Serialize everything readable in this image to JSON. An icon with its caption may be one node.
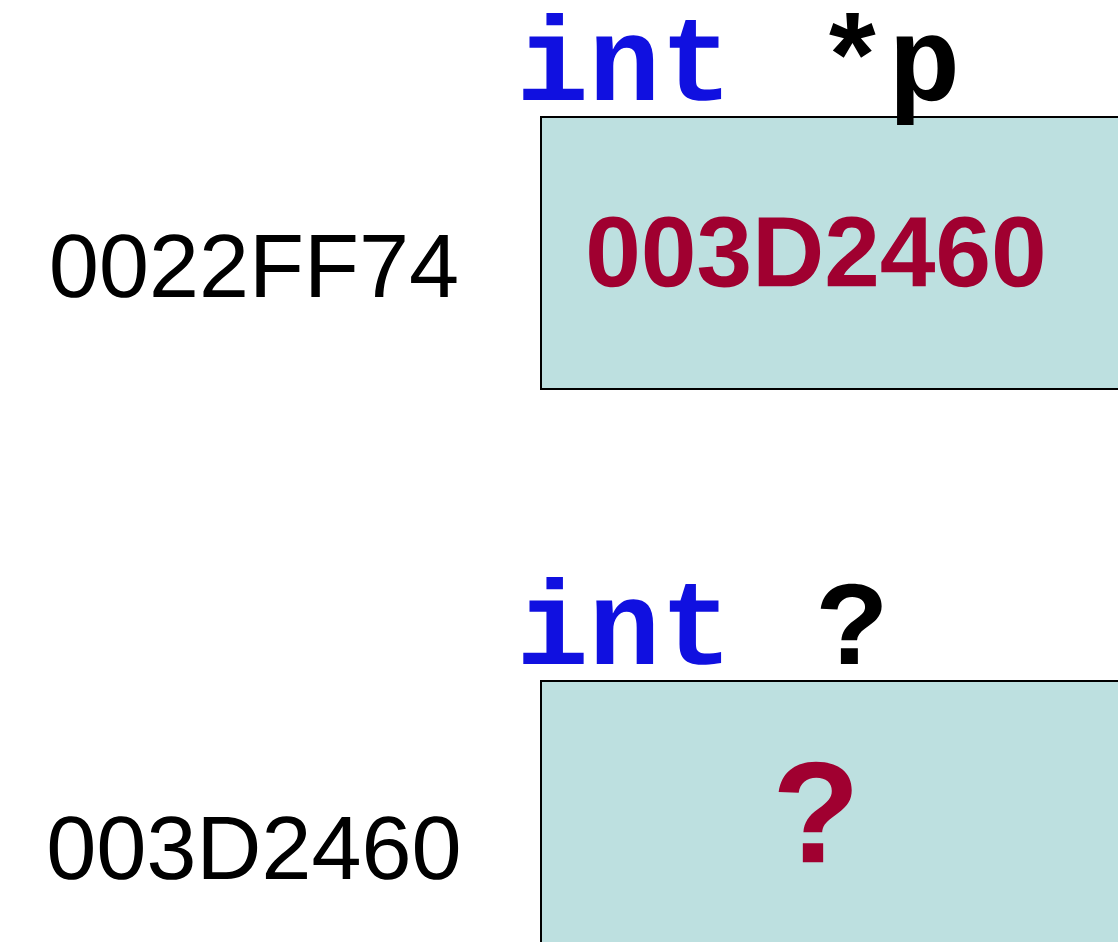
{
  "diagram": {
    "nodes": [
      {
        "text": [
          "int",
          "*p",
          "003D2460"
        ],
        "beside": [
          "0022FF74"
        ]
      },
      {
        "text": [
          "int",
          "?",
          "?"
        ],
        "beside": [
          "003D2460"
        ]
      }
    ]
  }
}
